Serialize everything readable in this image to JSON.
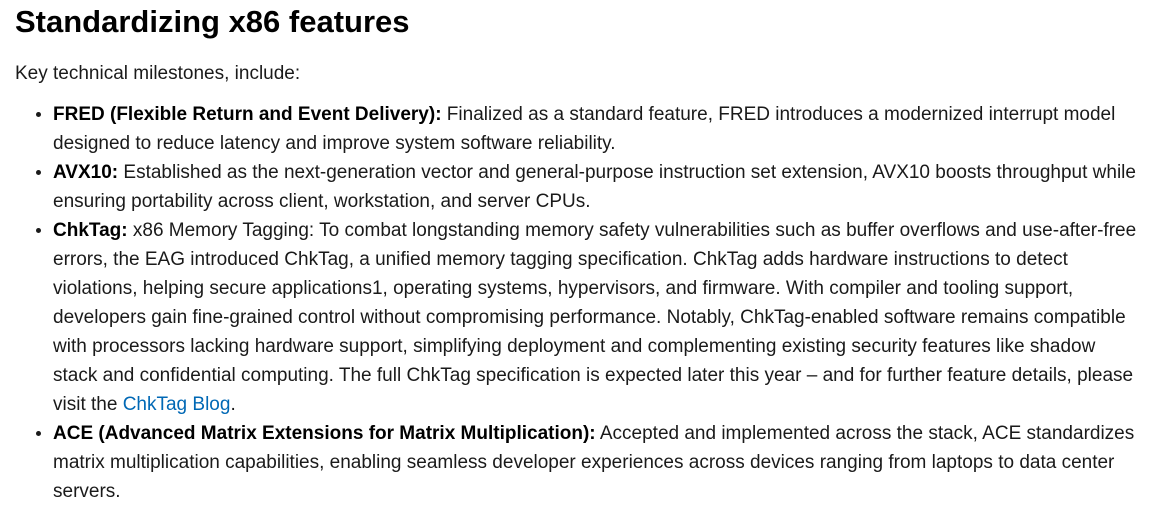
{
  "title": "Standardizing x86 features",
  "intro": "Key technical milestones, include:",
  "items": [
    {
      "term": "FRED (Flexible Return and Event Delivery):",
      "text": " Finalized as a standard feature, FRED introduces a modernized interrupt model designed to reduce latency and improve system software reliability."
    },
    {
      "term": "AVX10:",
      "text": " Established as the next-generation vector and general-purpose instruction set extension, AVX10 boosts throughput while ensuring portability across client, workstation, and server CPUs."
    },
    {
      "term": "ChkTag:",
      "text": " x86 Memory Tagging: To combat longstanding memory safety vulnerabilities such as buffer overflows and use-after-free errors, the EAG introduced ChkTag, a unified memory tagging specification. ChkTag adds hardware instructions to detect violations, helping secure applications1, operating systems, hypervisors, and firmware. With compiler and tooling support, developers gain fine-grained control without compromising performance. Notably, ChkTag-enabled software remains compatible with processors lacking hardware support, simplifying deployment and complementing existing security features like shadow stack and confidential computing. The full ChkTag specification is expected later this year – and for further feature details, please visit the ",
      "link": "ChkTag Blog",
      "after": "."
    },
    {
      "term": "ACE (Advanced Matrix Extensions for Matrix Multiplication):",
      "text": " Accepted and implemented across the stack, ACE standardizes matrix multiplication capabilities, enabling seamless developer experiences across devices ranging from laptops to data center servers."
    }
  ],
  "colors": {
    "link": "#0068b5"
  }
}
